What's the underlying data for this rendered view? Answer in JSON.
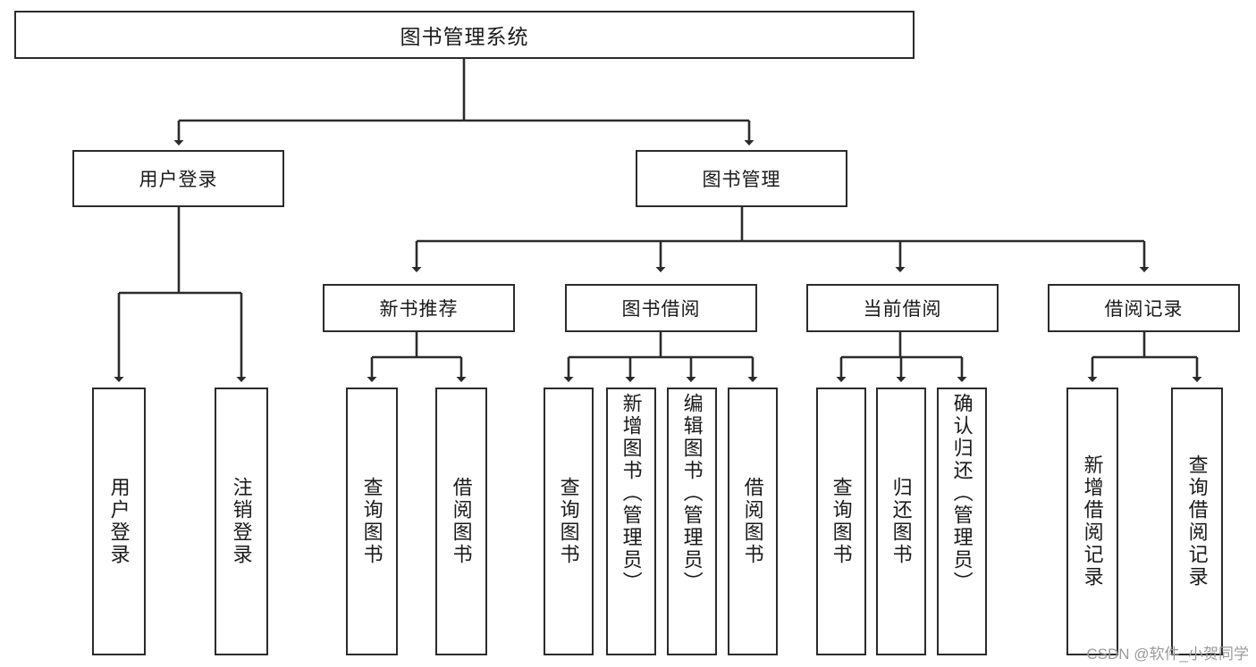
{
  "diagram": {
    "title": "图书管理系统",
    "watermark": "CSDN @软件_小贺同学",
    "colors": {
      "stroke": "#2b2b2b",
      "fill": "#ffffff",
      "text": "#1a1a1a",
      "watermark": "#9a9a9a"
    },
    "root": {
      "label": "图书管理系统"
    },
    "branches": [
      {
        "label": "用户登录",
        "children": [
          {
            "label": "用户登录"
          },
          {
            "label": "注销登录"
          }
        ]
      },
      {
        "label": "图书管理",
        "modules": [
          {
            "label": "新书推荐",
            "children": [
              {
                "label": "查询图书"
              },
              {
                "label": "借阅图书"
              }
            ]
          },
          {
            "label": "图书借阅",
            "children": [
              {
                "label": "查询图书"
              },
              {
                "label": "新增图书（管理员）"
              },
              {
                "label": "编辑图书（管理员）"
              },
              {
                "label": "借阅图书"
              }
            ]
          },
          {
            "label": "当前借阅",
            "children": [
              {
                "label": "查询图书"
              },
              {
                "label": "归还图书"
              },
              {
                "label": "确认归还（管理员）"
              }
            ]
          },
          {
            "label": "借阅记录",
            "children": [
              {
                "label": "新增借阅记录"
              },
              {
                "label": "查询借阅记录"
              }
            ]
          }
        ]
      }
    ]
  }
}
